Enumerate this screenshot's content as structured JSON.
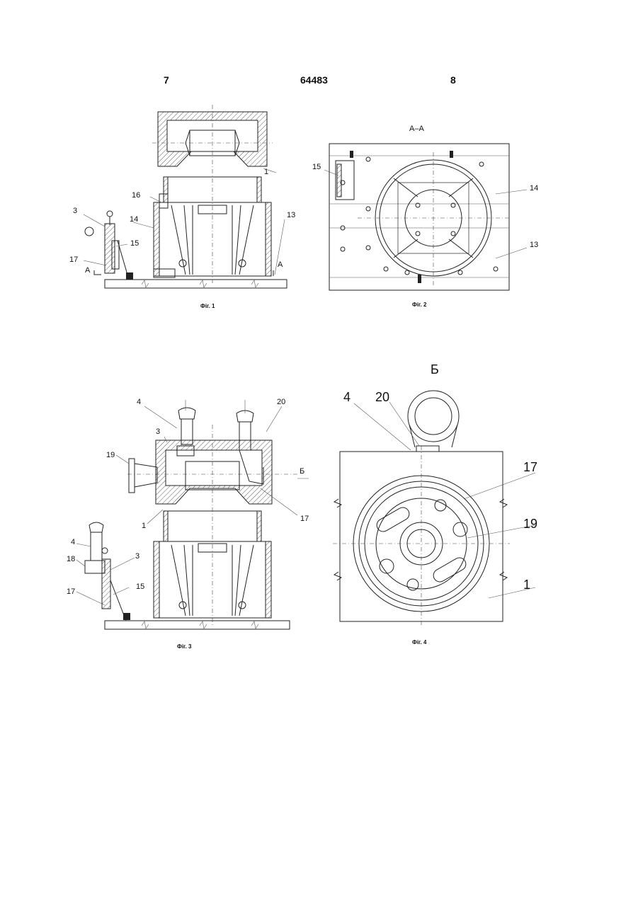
{
  "header": {
    "left_page": "7",
    "patent_number": "64483",
    "right_page": "8"
  },
  "figures": {
    "fig1": {
      "caption": "Фіг. 1",
      "labels": [
        "1",
        "16",
        "3",
        "14",
        "15",
        "17",
        "13",
        "A",
        "A"
      ]
    },
    "fig2": {
      "caption": "Фіг. 2",
      "section_title": "A–A",
      "labels": [
        "15",
        "14",
        "13"
      ]
    },
    "fig3": {
      "caption": "Фіг. 3",
      "labels": [
        "4",
        "20",
        "3",
        "19",
        "Б",
        "1",
        "17",
        "4",
        "18",
        "3",
        "15",
        "17"
      ]
    },
    "fig4": {
      "caption": "Фіг. 4",
      "view_title": "Б",
      "labels": [
        "4",
        "20",
        "17",
        "19",
        "1"
      ]
    }
  }
}
